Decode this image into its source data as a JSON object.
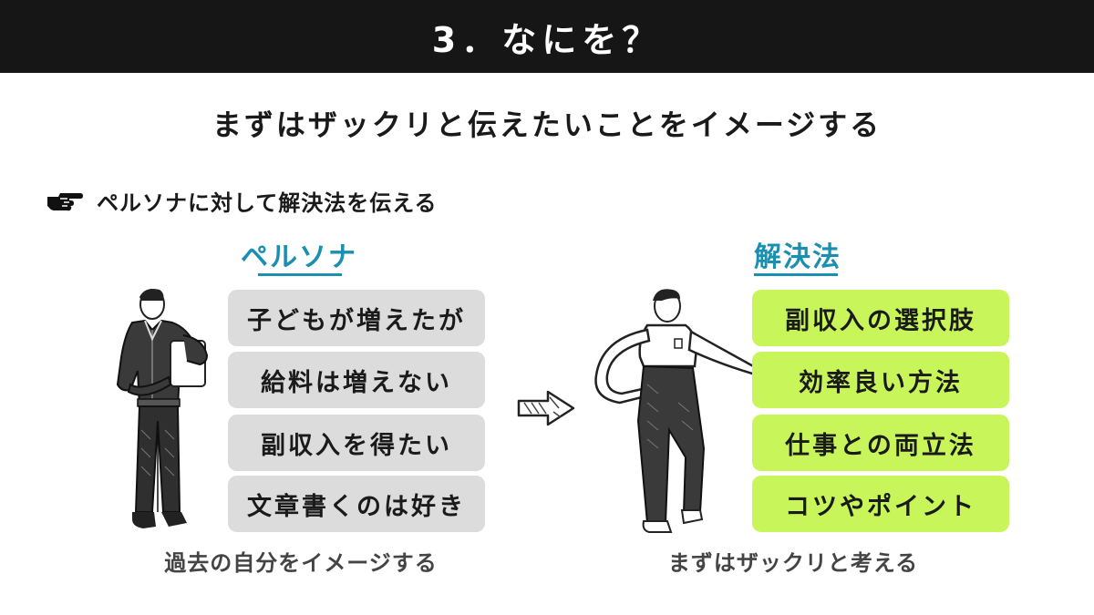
{
  "header": {
    "title": "3．なにを？"
  },
  "subtitle": {
    "text": "まずはザックリと伝えたいことをイメージする",
    "highlight_color": "#c8f55a"
  },
  "bullet": {
    "icon": "pointing-hand-icon",
    "text": "ペルソナに対して解決法を伝える"
  },
  "left": {
    "heading": "ペルソナ",
    "items": [
      "子どもが増えたが",
      "給料は増えない",
      "副収入を得たい",
      "文章書くのは好き"
    ],
    "caption": "過去の自分をイメージする"
  },
  "right": {
    "heading": "解決法",
    "items": [
      "副収入の選択肢",
      "効率良い方法",
      "仕事との両立法",
      "コツやポイント"
    ],
    "caption": "まずはザックリと考える"
  },
  "colors": {
    "accent": "#1a8fb0",
    "header_bg": "#161616",
    "card_gray": "#dcdcdc",
    "card_green": "#c8f55a"
  }
}
